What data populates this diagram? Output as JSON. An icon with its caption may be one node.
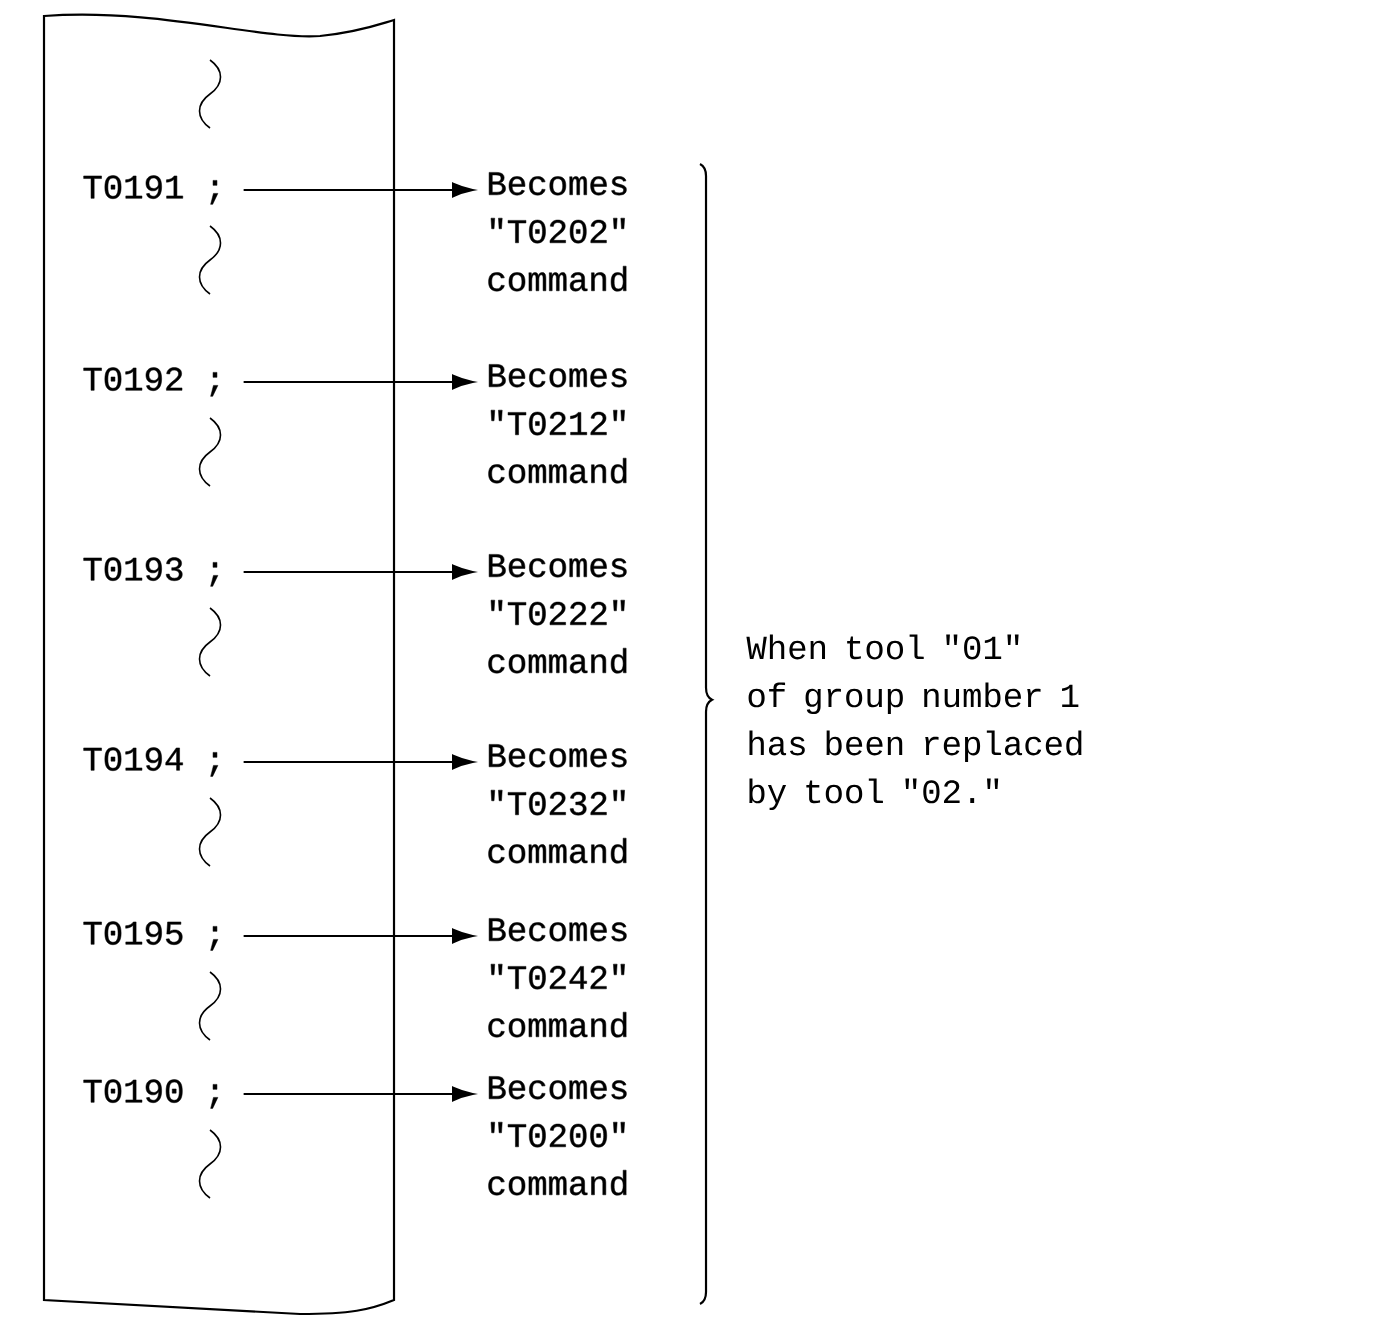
{
  "diagram": {
    "nodes": [
      {
        "text": [],
        "shape": "box"
      },
      {
        "text": [
          "T0191 ;"
        ],
        "in": 0
      },
      {
        "text": [
          "Becomes \"T0202\" command"
        ]
      },
      {
        "text": [
          "T0192 ;"
        ],
        "in": 0
      },
      {
        "text": [
          "Becomes \"T0212\" command"
        ]
      },
      {
        "text": [
          "T0193 ;"
        ],
        "in": 0
      },
      {
        "text": [
          "Becomes \"T0222\" command"
        ]
      },
      {
        "text": [
          "T0194 ;"
        ],
        "in": 0
      },
      {
        "text": [
          "Becomes \"T0232\" command"
        ]
      },
      {
        "text": [
          "T0195 ;"
        ],
        "in": 0
      },
      {
        "text": [
          "Becomes \"T0242\" command"
        ]
      },
      {
        "text": [
          "T0190 ;"
        ],
        "in": 0
      },
      {
        "text": [
          "Becomes \"T0200\" command"
        ]
      }
    ],
    "edges": [
      {
        "from": 1,
        "to": 2,
        "arrow": "to"
      },
      {
        "from": 3,
        "to": 4,
        "arrow": "to"
      },
      {
        "from": 5,
        "to": 6,
        "arrow": "to"
      },
      {
        "from": 7,
        "to": 8,
        "arrow": "to"
      },
      {
        "from": 9,
        "to": 10,
        "arrow": "to"
      },
      {
        "from": 11,
        "to": 12,
        "arrow": "to"
      }
    ],
    "labels": [
      "When tool \"01\" of group number 1 has been replaced by tool \"02.\""
    ]
  }
}
